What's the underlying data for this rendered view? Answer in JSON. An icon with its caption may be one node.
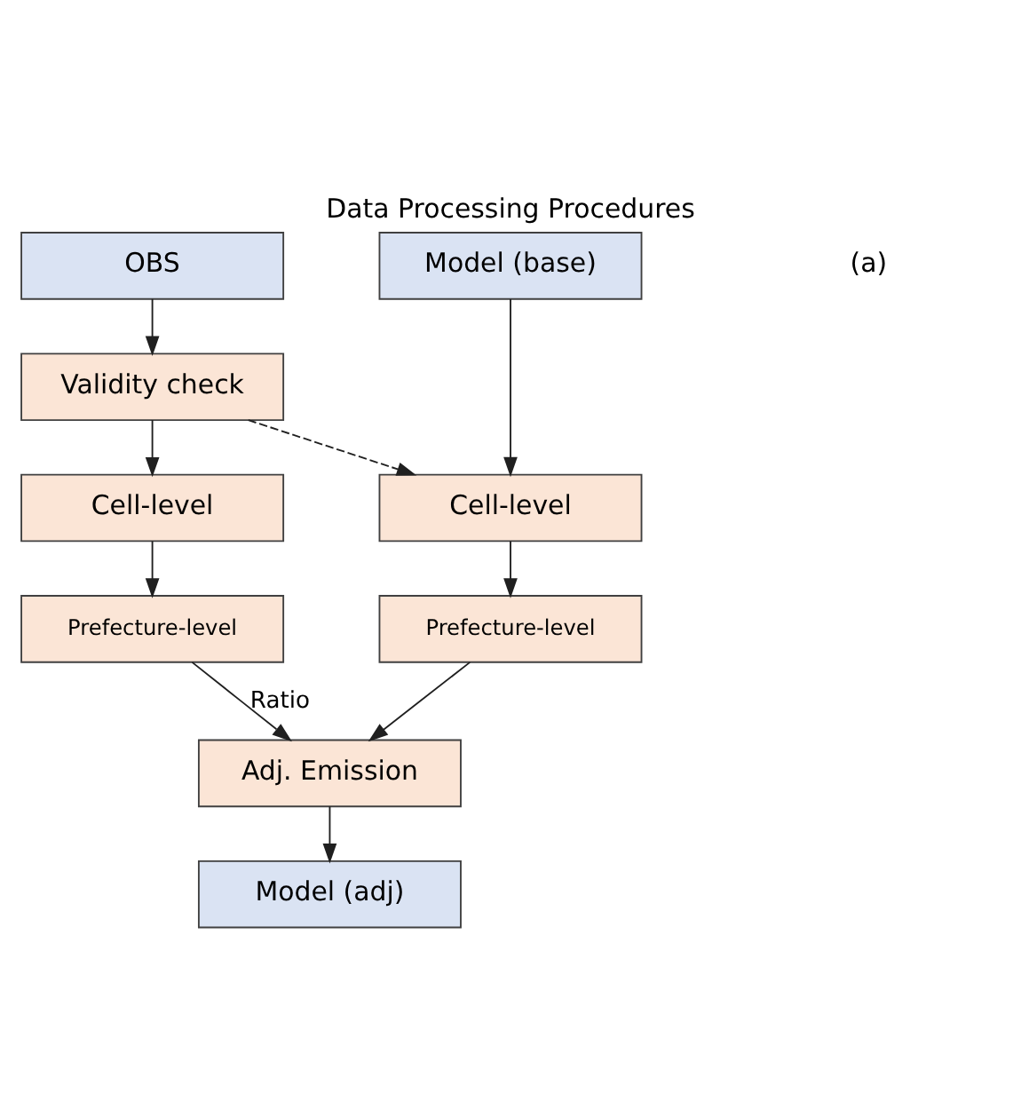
{
  "diagram": {
    "title": "Data Processing Procedures",
    "nodes": [
      {
        "text": [
          "OBS"
        ]
      },
      {
        "text": [
          "Model (base)"
        ]
      },
      {
        "text": [
          "Validity check"
        ]
      },
      {
        "text": [
          "Cell-level"
        ]
      },
      {
        "text": [
          "Cell-level"
        ]
      },
      {
        "text": [
          "Prefecture-level"
        ]
      },
      {
        "text": [
          "Prefecture-level"
        ]
      },
      {
        "text": [
          "Adj. Emission"
        ]
      },
      {
        "text": [
          "Model (adj)"
        ]
      }
    ],
    "edges": [
      {
        "from": 0,
        "to": 2,
        "arrow": "to"
      },
      {
        "from": 1,
        "to": 4,
        "arrow": "to"
      },
      {
        "from": 2,
        "to": 4,
        "arrow": "to",
        "style": "dashed"
      },
      {
        "from": 2,
        "to": 3,
        "arrow": "to"
      },
      {
        "from": 3,
        "to": 5,
        "arrow": "to"
      },
      {
        "from": 4,
        "to": 6,
        "arrow": "to"
      },
      {
        "from": 5,
        "to": 7,
        "arrow": "to",
        "label": "Ratio"
      },
      {
        "from": 6,
        "to": 7,
        "arrow": "to"
      },
      {
        "from": 7,
        "to": 8,
        "arrow": "to"
      }
    ],
    "labels": [
      "(a)"
    ]
  }
}
